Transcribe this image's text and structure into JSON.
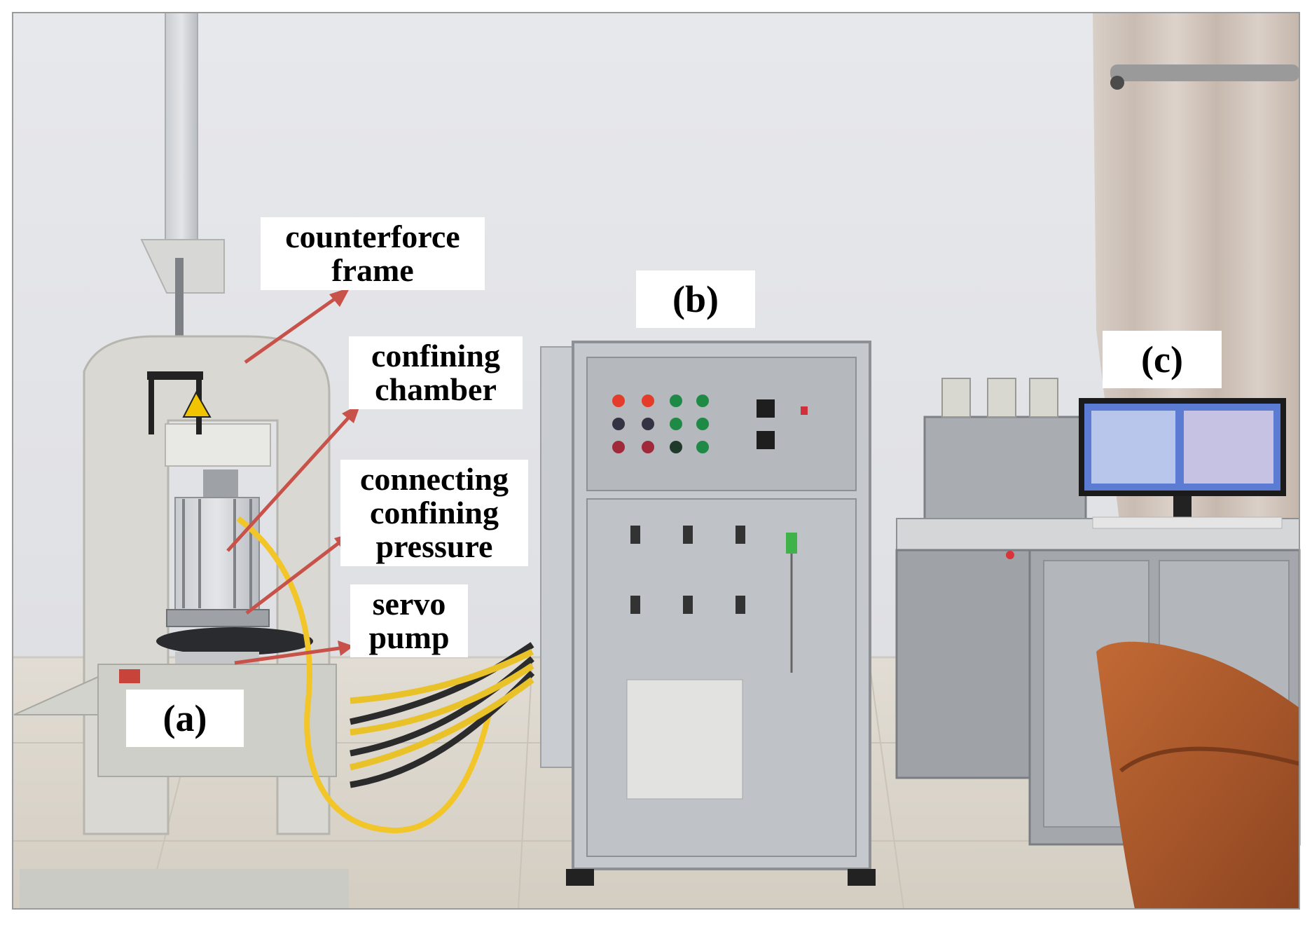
{
  "labels": {
    "counterforce_frame": [
      "counterforce",
      "frame"
    ],
    "confining_chamber": [
      "confining",
      "chamber"
    ],
    "connecting_confining_pressure": [
      "connecting",
      "confining",
      "pressure"
    ],
    "servo_pump": [
      "servo",
      "pump"
    ],
    "panel_a": "(a)",
    "panel_b": "(b)",
    "panel_c": "(c)"
  },
  "colors": {
    "arrow": "#c8524a",
    "wall": "#e3e4e8",
    "floor": "#dcd6cc",
    "cabinet": "#b9bcc0",
    "monitor": "#5b7cd2",
    "chair": "#b25c2c",
    "hose": "#f2c528"
  }
}
